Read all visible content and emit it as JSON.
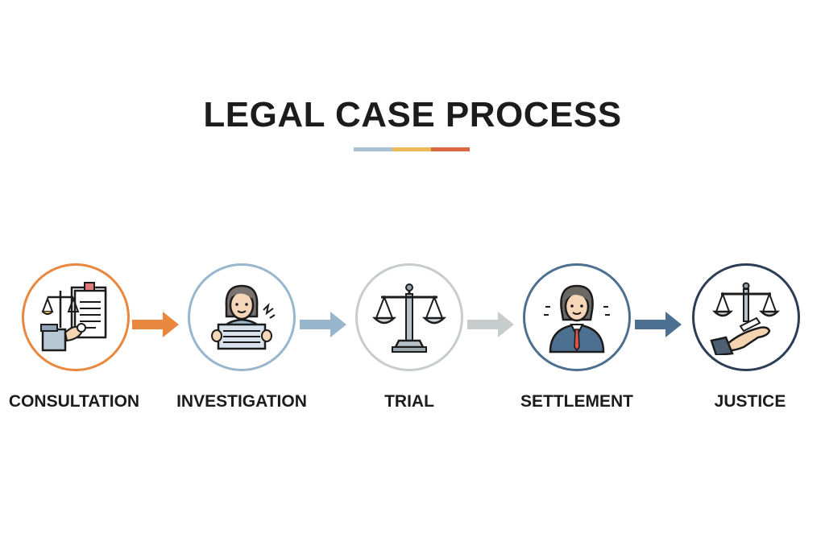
{
  "title": "LEGAL CASE PROCESS",
  "underline_colors": [
    "#a9c2d6",
    "#eeb957",
    "#d9673f"
  ],
  "steps": [
    {
      "label": "CONSULTATION",
      "icon": "consultation-icon",
      "color": "#e8873d"
    },
    {
      "label": "INVESTIGATION",
      "icon": "investigation-icon",
      "color": "#98b6cc"
    },
    {
      "label": "TRIAL",
      "icon": "trial-scales-icon",
      "color": "#c7cccd"
    },
    {
      "label": "SETTLEMENT",
      "icon": "settlement-icon",
      "color": "#4d6f90"
    },
    {
      "label": "JUSTICE",
      "icon": "justice-icon",
      "color": "#2b3e55"
    }
  ],
  "arrow_colors": [
    "#e8873d",
    "#98b6cc",
    "#c7cccd",
    "#4d6f90"
  ]
}
